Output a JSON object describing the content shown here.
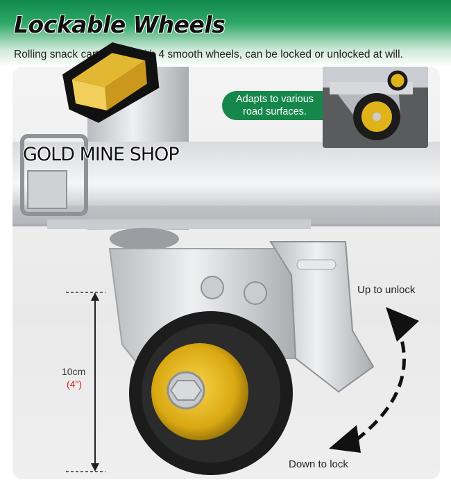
{
  "header": {
    "title": "Lockable Wheels",
    "subtitle": "Rolling snack cart comes with 4 smooth wheels, can be locked or unlocked at will."
  },
  "callout": {
    "line1": "Adapts to various",
    "line2": "road surfaces."
  },
  "watermark": {
    "text": "GOLD MINE SHOP",
    "icon": "gold-bar-logo-icon"
  },
  "labels": {
    "unlock": "Up to unlock",
    "lock": "Down to lock"
  },
  "dimension": {
    "metric": "10cm",
    "imperial": "(4\")"
  },
  "colors": {
    "brand_green": "#16874b",
    "wheel_gold": "#e0b31a",
    "dimension_red": "#d3241d"
  }
}
